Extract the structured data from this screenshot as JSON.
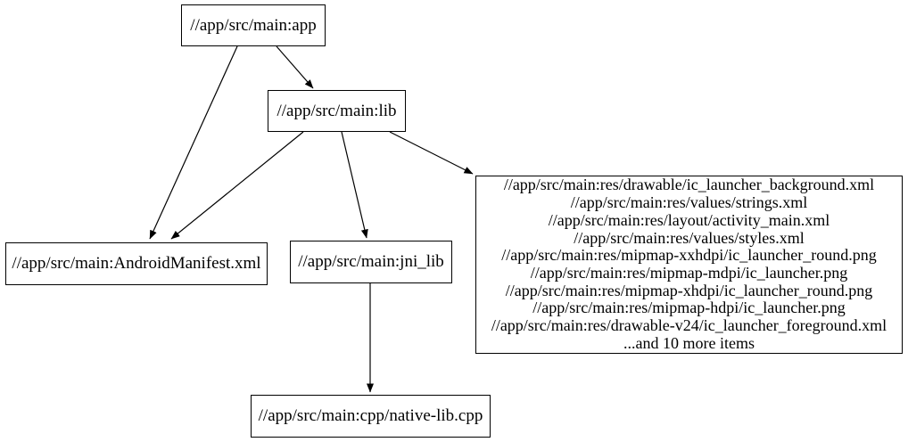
{
  "diagram": {
    "type": "dependency-graph",
    "nodes": {
      "app": {
        "label": "//app/src/main:app"
      },
      "lib": {
        "label": "//app/src/main:lib"
      },
      "manifest": {
        "label": "//app/src/main:AndroidManifest.xml"
      },
      "jni_lib": {
        "label": "//app/src/main:jni_lib"
      },
      "cpp": {
        "label": "//app/src/main:cpp/native-lib.cpp"
      },
      "resources": {
        "lines": [
          "//app/src/main:res/drawable/ic_launcher_background.xml",
          "//app/src/main:res/values/strings.xml",
          "//app/src/main:res/layout/activity_main.xml",
          "//app/src/main:res/values/styles.xml",
          "//app/src/main:res/mipmap-xxhdpi/ic_launcher_round.png",
          "//app/src/main:res/mipmap-mdpi/ic_launcher.png",
          "//app/src/main:res/mipmap-xhdpi/ic_launcher_round.png",
          "//app/src/main:res/mipmap-hdpi/ic_launcher.png",
          "//app/src/main:res/drawable-v24/ic_launcher_foreground.xml",
          "...and 10 more items"
        ]
      }
    },
    "edges": [
      {
        "from": "app",
        "to": "lib"
      },
      {
        "from": "app",
        "to": "manifest"
      },
      {
        "from": "lib",
        "to": "manifest"
      },
      {
        "from": "lib",
        "to": "jni_lib"
      },
      {
        "from": "lib",
        "to": "resources"
      },
      {
        "from": "jni_lib",
        "to": "cpp"
      }
    ],
    "colors": {
      "node_border": "#000000",
      "edge": "#000000",
      "background": "#ffffff"
    }
  }
}
